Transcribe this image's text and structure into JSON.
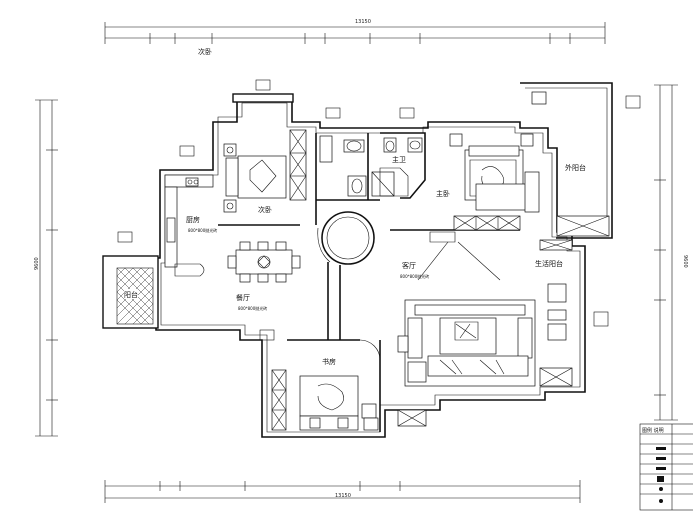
{
  "rooms": {
    "secondary_bedroom": "次卧",
    "kitchen": "厨房",
    "kitchen_floor": "800*800抛光砖",
    "dining_room": "餐厅",
    "dining_floor": "800*800抛光砖",
    "living_room": "客厅",
    "living_floor": "800*800抛光砖",
    "master_bedroom": "主卧",
    "master_bathroom": "主卫",
    "study": "书房",
    "balcony": "阳台",
    "laundry_balcony": "生活阳台",
    "outer_balcony": "外阳台"
  },
  "dimensions": {
    "top_total": "13150",
    "bottom_total": "13150",
    "left_total": "9600",
    "right_total": "9600"
  },
  "legend": {
    "header": "图例 说明"
  }
}
